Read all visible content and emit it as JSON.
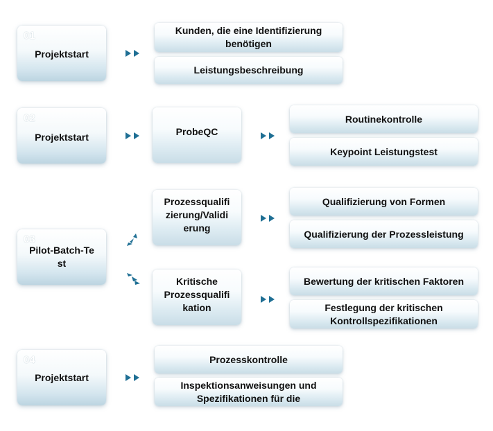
{
  "stages": [
    {
      "num": "01",
      "label": "Projektstart"
    },
    {
      "num": "02",
      "label": "Projektstart"
    },
    {
      "num": "03",
      "label": "Pilot-Batch-Te\nst"
    },
    {
      "num": "04",
      "label": "Projektstart"
    }
  ],
  "row1": {
    "items": [
      "Kunden, die eine Identifizierung benötigen",
      "Leistungsbeschreibung"
    ]
  },
  "row2": {
    "middle": "ProbeQC",
    "items": [
      "Routinekontrolle",
      "Keypoint Leistungstest"
    ]
  },
  "row3": {
    "middle_a": "Prozessqualifi\nzierung/Validi\nerung",
    "items_a": [
      "Qualifizierung von Formen",
      "Qualifizierung der Prozessleistung"
    ],
    "middle_b": "Kritische\nProzessqualifi\nkation",
    "items_b": [
      "Bewertung der kritischen Faktoren",
      "Festlegung der kritischen Kontrollspezifikationen"
    ]
  },
  "row4": {
    "items": [
      "Prozesskontrolle",
      "Inspektionsanweisungen und Spezifikationen für die"
    ]
  },
  "colors": {
    "arrow": "#1f6f94",
    "number": "#ffffff",
    "box_bottom": "#c9dde7"
  }
}
